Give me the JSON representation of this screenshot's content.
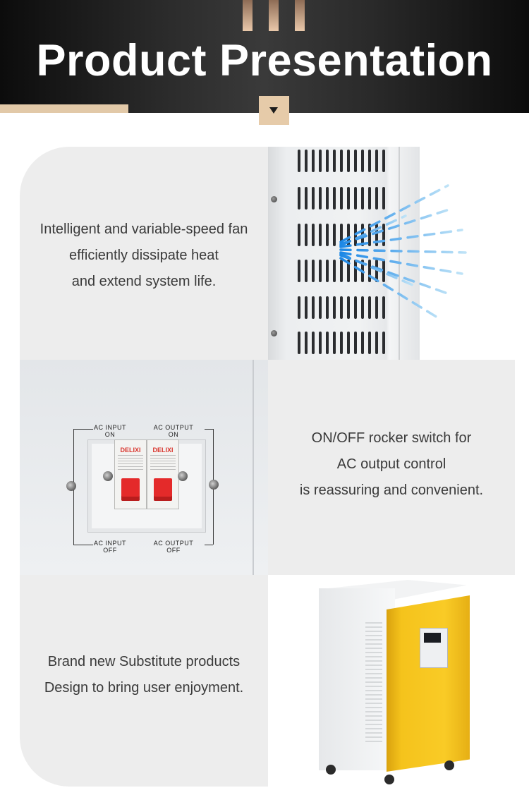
{
  "header": {
    "title": "Product Presentation"
  },
  "sections": [
    {
      "text_lines": [
        "Intelligent and variable-speed fan",
        "efficiently dissipate heat",
        "and extend system life."
      ],
      "image": "variable-speed fan vents with airflow"
    },
    {
      "text_lines": [
        "ON/OFF rocker switch for",
        "AC output control",
        "is reassuring and convenient."
      ],
      "image": "AC input and output breakers",
      "breaker_labels": {
        "input_on": [
          "AC INPUT",
          "ON"
        ],
        "output_on": [
          "AC OUTPUT",
          "ON"
        ],
        "input_off": [
          "AC INPUT",
          "OFF"
        ],
        "output_off": [
          "AC OUTPUT",
          "OFF"
        ],
        "brand": "DELIXI"
      }
    },
    {
      "text_lines": [
        "Brand new Substitute products",
        "Design to bring user enjoyment."
      ],
      "image": "white and yellow power inverter cabinet"
    }
  ],
  "colors": {
    "accent_gold": "#e2c9a8",
    "panel_bg": "#ededed",
    "text": "#3a3a3a",
    "breaker_red": "#e42a2a",
    "cabinet_yellow": "#f9cb26"
  }
}
